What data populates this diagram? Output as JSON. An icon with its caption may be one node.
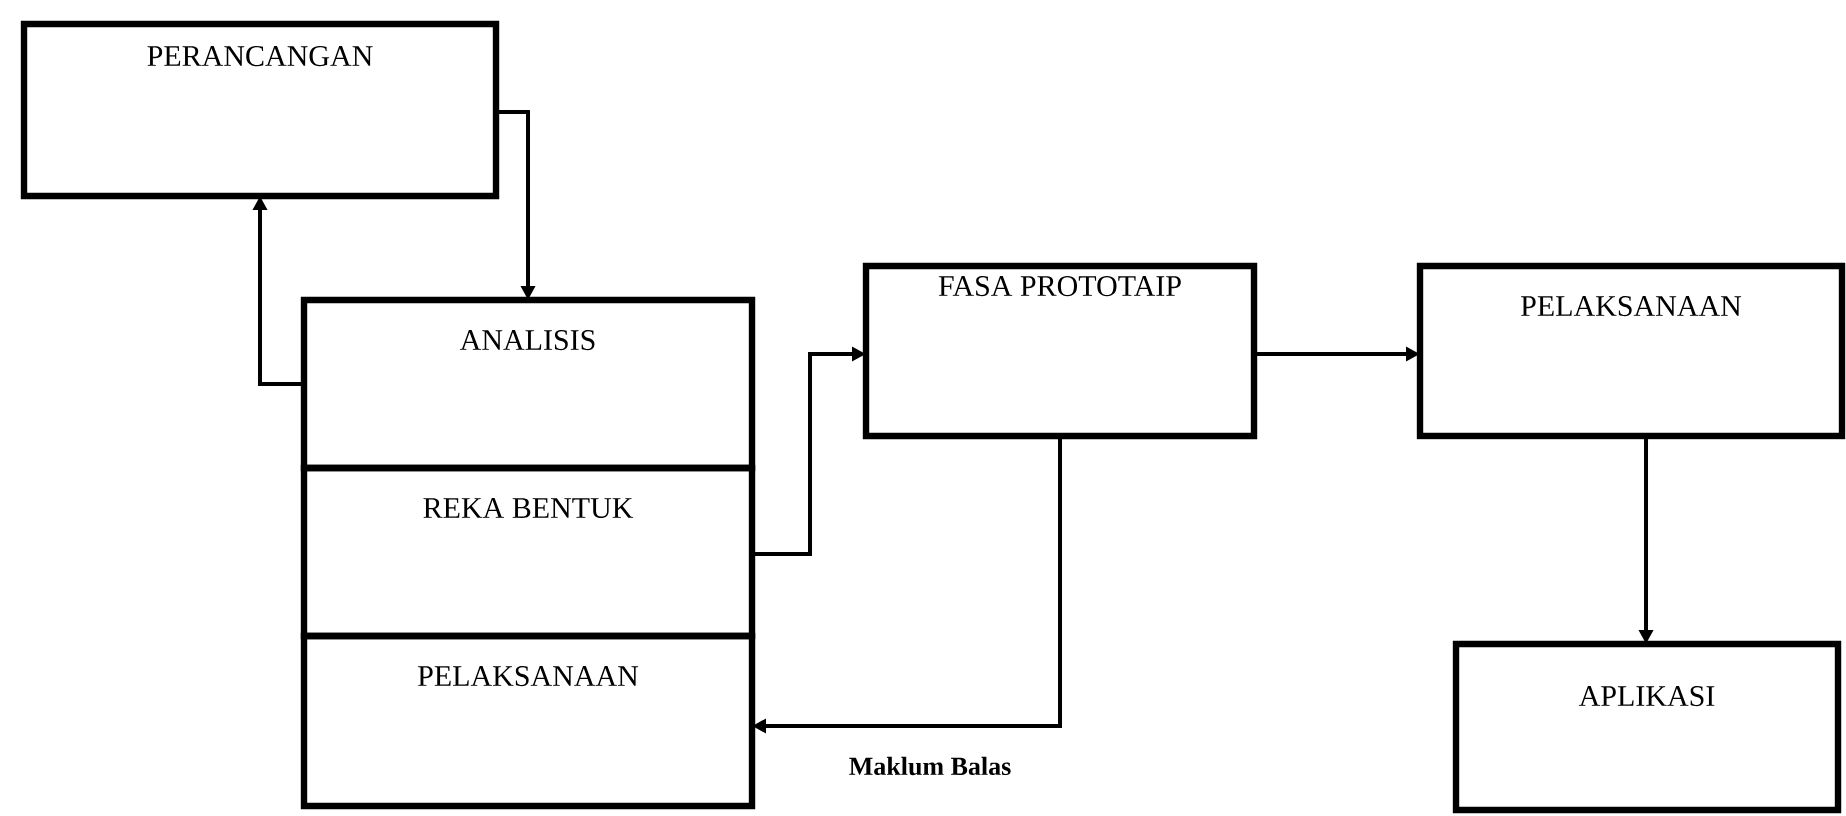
{
  "diagram": {
    "nodes": [
      {
        "text": [
          "PERANCANGAN"
        ]
      },
      {
        "text": [
          "ANALISIS"
        ]
      },
      {
        "text": [
          "REKA BENTUK"
        ]
      },
      {
        "text": [
          "PELAKSANAAN"
        ]
      },
      {
        "text": [
          "FASA PROTOTAIP"
        ]
      },
      {
        "text": [
          "PELAKSANAAN"
        ]
      },
      {
        "text": [
          "APLIKASI"
        ]
      }
    ],
    "edges": [
      {
        "from": 0,
        "to": 1,
        "arrow": "to"
      },
      {
        "from": 1,
        "to": 0,
        "arrow": "to"
      },
      {
        "from": 2,
        "to": 4,
        "arrow": "to"
      },
      {
        "from": 4,
        "to": 3,
        "arrow": "to",
        "label": "Maklum Balas"
      },
      {
        "from": 4,
        "to": 5,
        "arrow": "to"
      },
      {
        "from": 5,
        "to": 6,
        "arrow": "to"
      }
    ]
  }
}
